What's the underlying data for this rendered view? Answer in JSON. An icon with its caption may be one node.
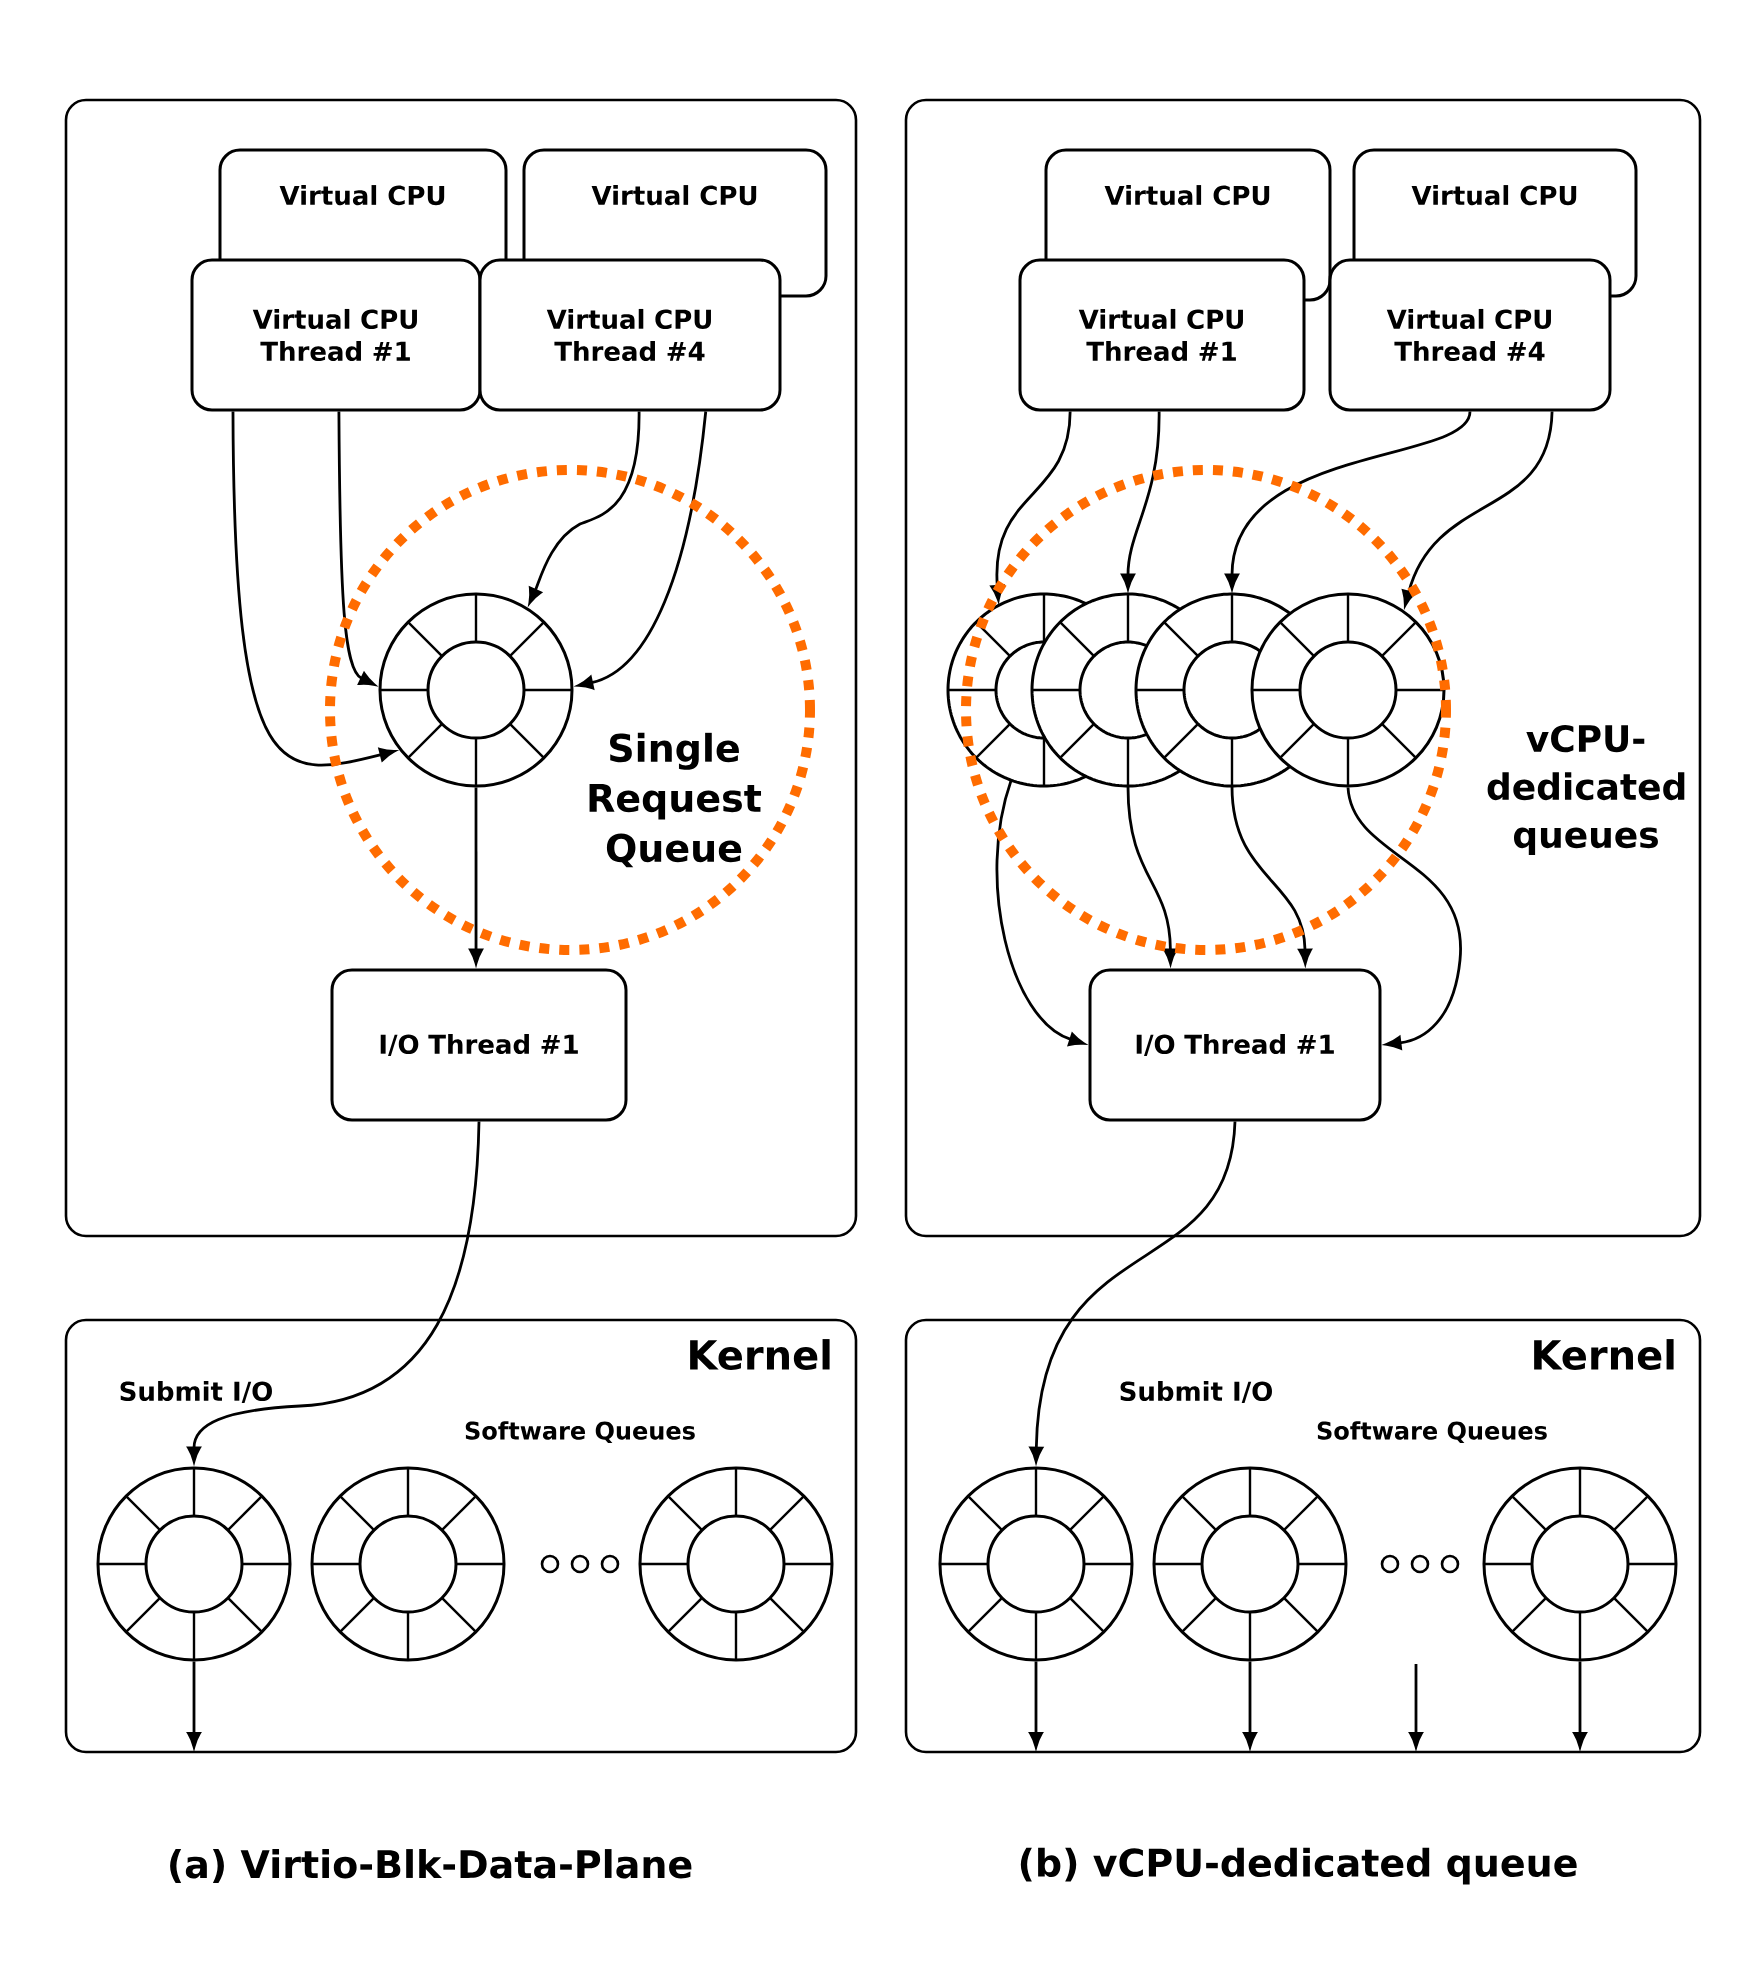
{
  "diagram": {
    "nodes": [
      {
        "text": [],
        "shape": "box"
      },
      {
        "text": [
          "Virtual CPU"
        ],
        "in": 0
      },
      {
        "text": [
          "Virtual CPU"
        ],
        "in": 0
      },
      {
        "text": [
          "Virtual CPU Thread #1"
        ],
        "in": 0
      },
      {
        "text": [
          "Virtual CPU Thread #4"
        ],
        "in": 0
      },
      {
        "text": [],
        "shape": "circle",
        "in": 0
      },
      {
        "text": [
          "I/O Thread #1"
        ],
        "in": 0
      },
      {
        "text": [
          "Kernel"
        ]
      },
      {
        "text": [],
        "shape": "circle",
        "in": 7
      },
      {
        "text": [],
        "shape": "circle",
        "in": 7
      },
      {
        "text": [],
        "shape": "circle",
        "in": 7
      },
      {
        "text": [],
        "shape": "box"
      },
      {
        "text": [
          "Virtual CPU"
        ],
        "in": 11
      },
      {
        "text": [
          "Virtual CPU"
        ],
        "in": 11
      },
      {
        "text": [
          "Virtual CPU Thread #1"
        ],
        "in": 11
      },
      {
        "text": [
          "Virtual CPU Thread #4"
        ],
        "in": 11
      },
      {
        "text": [],
        "shape": "circle",
        "in": 11
      },
      {
        "text": [],
        "shape": "circle",
        "in": 11
      },
      {
        "text": [],
        "shape": "circle",
        "in": 11
      },
      {
        "text": [],
        "shape": "circle",
        "in": 11
      },
      {
        "text": [
          "I/O Thread #1"
        ],
        "in": 11
      },
      {
        "text": [
          "Kernel"
        ]
      },
      {
        "text": [],
        "shape": "circle",
        "in": 21
      },
      {
        "text": [],
        "shape": "circle",
        "in": 21
      },
      {
        "text": [],
        "shape": "circle",
        "in": 21
      }
    ],
    "edges": [
      {
        "from": 3,
        "to": 5,
        "arrow": "to"
      },
      {
        "from": 3,
        "to": 5,
        "arrow": "to"
      },
      {
        "from": 4,
        "to": 5,
        "arrow": "to"
      },
      {
        "from": 4,
        "to": 5,
        "arrow": "to"
      },
      {
        "from": 5,
        "to": 6,
        "arrow": "to"
      },
      {
        "from": 6,
        "to": 8,
        "arrow": "to",
        "label": "Submit I/O"
      },
      {
        "from": 8,
        "to": null,
        "arrow": "to"
      },
      {
        "from": 14,
        "to": 16,
        "arrow": "to"
      },
      {
        "from": 14,
        "to": 17,
        "arrow": "to"
      },
      {
        "from": 15,
        "to": 18,
        "arrow": "to"
      },
      {
        "from": 15,
        "to": 19,
        "arrow": "to"
      },
      {
        "from": 16,
        "to": 20,
        "arrow": "to"
      },
      {
        "from": 17,
        "to": 20,
        "arrow": "to"
      },
      {
        "from": 18,
        "to": 20,
        "arrow": "to"
      },
      {
        "from": 19,
        "to": 20,
        "arrow": "to"
      },
      {
        "from": 20,
        "to": 22,
        "arrow": "to",
        "label": "Submit I/O"
      },
      {
        "from": 22,
        "to": null,
        "arrow": "to"
      },
      {
        "from": 23,
        "to": null,
        "arrow": "to"
      },
      {
        "from": 24,
        "to": null,
        "arrow": "to"
      }
    ],
    "labels": [
      "Single Request Queue",
      "vCPU-dedicated queues",
      "Software Queues",
      "Software Queues",
      "(a) Virtio-Blk-Data-Plane",
      "(b) vCPU-dedicated queue"
    ]
  }
}
